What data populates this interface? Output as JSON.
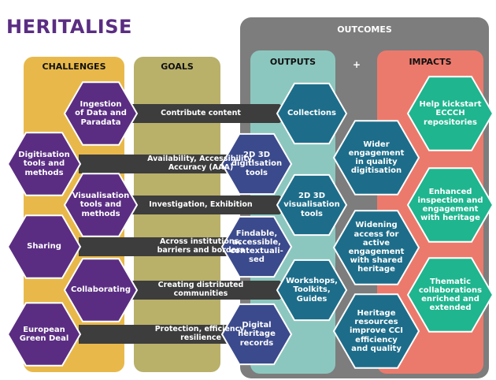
{
  "brand": {
    "name": "HERITALISE",
    "logo_color": "#5a2d82"
  },
  "colors": {
    "challenges": "#e8b94a",
    "goals": "#b9b06a",
    "outputs_col": "#8cc7bf",
    "impacts_col": "#ec7a6c",
    "outcomes_bg": "#7d7d7d",
    "purple": "#5a2d82",
    "navy": "#3b4a8c",
    "teal": "#1d6d8a",
    "green": "#1fb58e",
    "arrow": "#3d3d3d"
  },
  "headers": {
    "challenges": "CHALLENGES",
    "goals": "GOALS",
    "outcomes": "OUTCOMES",
    "outputs": "OUTPUTS",
    "plus": "+",
    "impacts": "IMPACTS"
  },
  "challenges": [
    {
      "label": "Ingestion\nof Data and\nParadata",
      "fill": "#5a2d82"
    },
    {
      "label": "Digitisation\ntools and\nmethods",
      "fill": "#5a2d82"
    },
    {
      "label": "Visualisation\ntools and\nmethods",
      "fill": "#5a2d82"
    },
    {
      "label": "Sharing",
      "fill": "#5a2d82"
    },
    {
      "label": "Collaborating",
      "fill": "#5a2d82"
    },
    {
      "label": "European\nGreen Deal",
      "fill": "#5a2d82"
    }
  ],
  "arrows": [
    "Contribute content",
    "Availability, Accessibility,\nAccuracy (AAA)",
    "Investigation, Exhibition",
    "Across institutions,\nbarriers and borders",
    "Creating distributed\ncommunities",
    "Protection, efficiency,\nresilience"
  ],
  "outputs": [
    "Collections",
    "2D 3D\ndigitisation\ntools",
    "2D 3D\nvisualisation\ntools",
    "Findable,\naccessible,\ncontextuali-\nsed",
    "Workshops,\nToolkits,\nGuides",
    "Digital\nheritage\nrecords"
  ],
  "outcomes_mid": [
    "Wider\nengagement\nin quality\ndigitisation",
    "Widening\naccess for\nactive\nengagement\nwith shared\nheritage",
    "Heritage\nresources\nimprove CCI\nefficiency\nand quality"
  ],
  "impacts": [
    "Help kickstart\nECCCH\nrepositories",
    "Enhanced\ninspection and\nengagement\nwith heritage",
    "Thematic\ncollaborations\nenriched and\nextended"
  ]
}
